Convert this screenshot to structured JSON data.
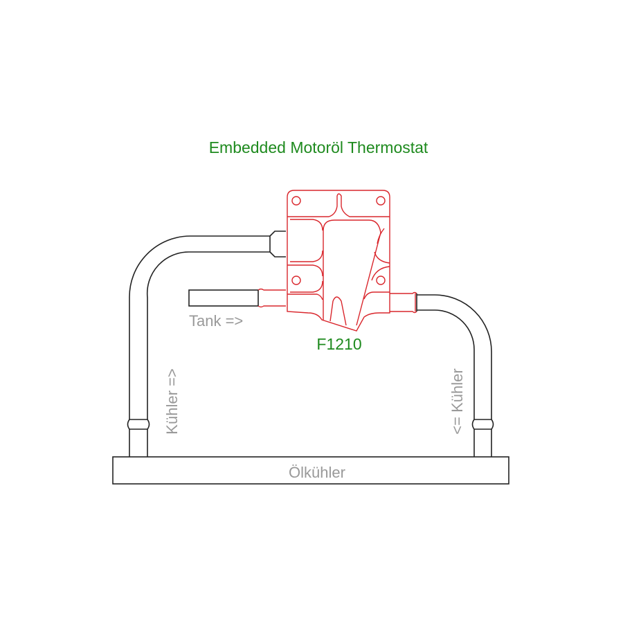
{
  "title": "Embedded Motoröl Thermostat",
  "thermostat_label": "F1210",
  "tank_label": "Tank =>",
  "cooler_in_label": "Kühler =>",
  "cooler_out_label": "<= Kühler",
  "oil_cooler_label": "Ölkühler",
  "colors": {
    "title": "#1e8a1e",
    "thermostat": "#d9262c",
    "pipe": "#222222",
    "label": "#999999"
  }
}
